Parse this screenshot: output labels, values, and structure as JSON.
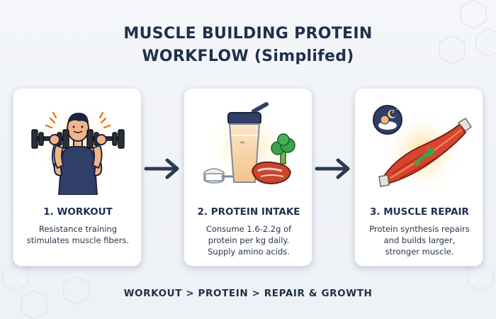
{
  "header": {
    "title_line1": "MUSCLE BUILDING PROTEIN",
    "title_line2": "WORKFLOW (Simplifed)"
  },
  "steps": [
    {
      "title": "1. WORKOUT",
      "desc_lines": [
        "Resistance training",
        "stimulates muscle fibers."
      ],
      "icon": "weightlifter-with-dumbbells-icon"
    },
    {
      "title": "2. PROTEIN INTAKE",
      "desc_lines": [
        "Consume 1.6-2.2g of",
        "protein per kg daily.",
        "Supply amino acids."
      ],
      "icon": "protein-shake-steak-broccoli-icon"
    },
    {
      "title": "3. MUSCLE REPAIR",
      "desc_lines": [
        "Protein synthesis repairs",
        "and builds larger,",
        "stronger muscle."
      ],
      "icon": "muscle-fiber-sleep-icon"
    }
  ],
  "footer": {
    "flow_text": "WORKOUT > PROTEIN > REPAIR & GROWTH"
  },
  "colors": {
    "navy": "#1f2f4d",
    "arrow": "#2c3b55",
    "muscle_red": "#d8452c",
    "glow": "#ffd98a",
    "accent_green": "#3aa54a"
  }
}
